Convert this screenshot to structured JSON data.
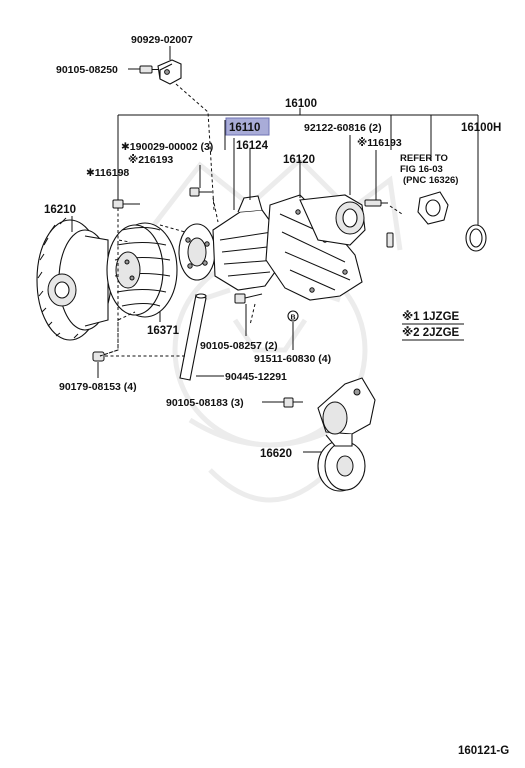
{
  "diagram": {
    "parts": {
      "p90929_02007": "90929-02007",
      "p90105_08250": "90105-08250",
      "p16100": "16100",
      "p16110": "16110",
      "p190029": "✱190029-00002 (3)",
      "p216193a": "※216193",
      "p116198": "✱116198",
      "p16124": "16124",
      "p16120": "16120",
      "p92122": "92122-60816 (2)",
      "p116193": "※116193",
      "p16100H": "16100H",
      "refer1": "REFER TO",
      "refer2": "FIG 16-03",
      "refer3": "(PNC 16326)",
      "p16210": "16210",
      "p16371": "16371",
      "p90105_08257": "90105-08257 (2)",
      "p91511": "91511-60830 (4)",
      "p90445": "90445-12291",
      "p90179": "90179-08153 (4)",
      "p90105_08183": "90105-08183 (3)",
      "p16620": "16620"
    },
    "legend": {
      "l1": "※1 1JZGE",
      "l2": "※2 2JZGE"
    },
    "figure_number": "160121-G",
    "highlight_color": "#a9acd8"
  }
}
